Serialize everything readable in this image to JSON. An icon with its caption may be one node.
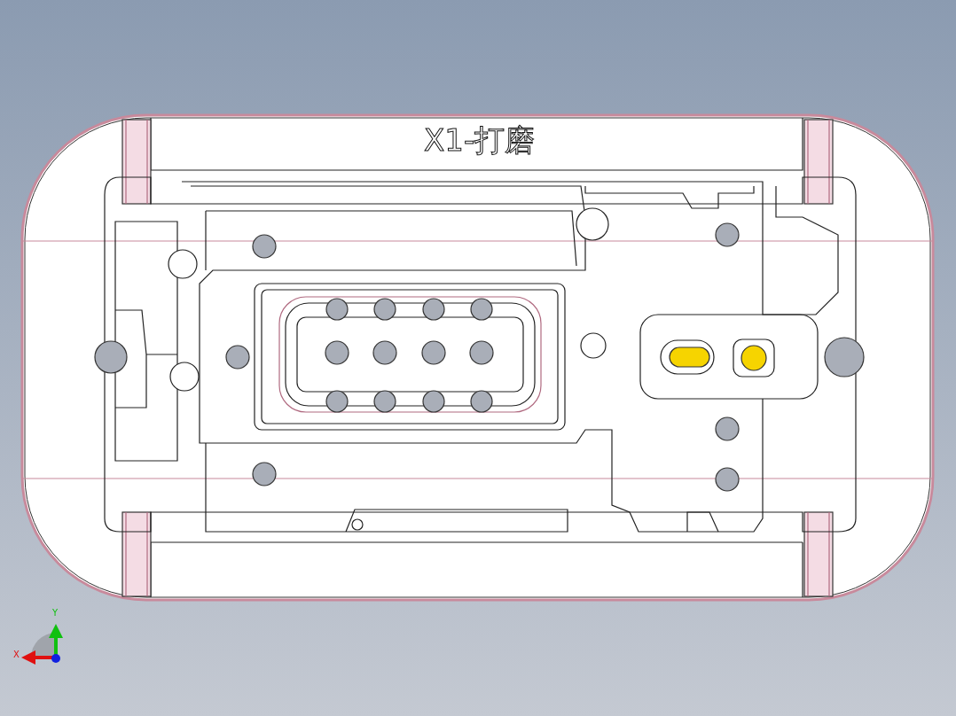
{
  "diagram": {
    "labels": [
      "X1-打磨",
      "Y",
      "X"
    ]
  }
}
